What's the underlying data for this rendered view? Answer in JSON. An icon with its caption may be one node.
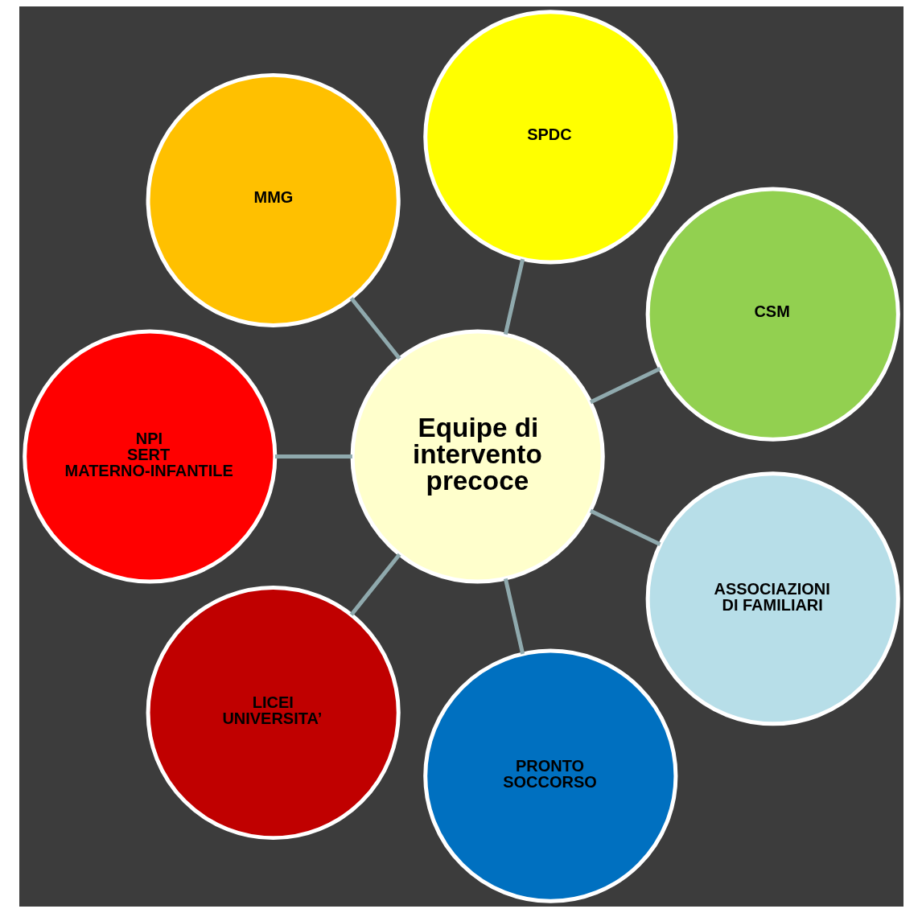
{
  "diagram": {
    "nodes": [
      {
        "text": [
          "Equipe di intervento precoce"
        ]
      },
      {
        "text": [
          "CSM"
        ]
      },
      {
        "text": [
          "SPDC"
        ]
      },
      {
        "text": [
          "MMG"
        ]
      },
      {
        "text": [
          "NPI",
          "SERT",
          "MATERNO-INFANTILE"
        ]
      },
      {
        "text": [
          "LICEI UNIVERSITA’"
        ]
      },
      {
        "text": [
          "PRONTO SOCCORSO"
        ]
      },
      {
        "text": [
          "ASSOCIAZIONI DI FAMILIARI"
        ]
      }
    ],
    "edges": [
      {
        "from": 0,
        "to": 1,
        "arrow": "none"
      },
      {
        "from": 0,
        "to": 2,
        "arrow": "none"
      },
      {
        "from": 0,
        "to": 3,
        "arrow": "none"
      },
      {
        "from": 0,
        "to": 4,
        "arrow": "none"
      },
      {
        "from": 0,
        "to": 5,
        "arrow": "none"
      },
      {
        "from": 0,
        "to": 6,
        "arrow": "none"
      },
      {
        "from": 0,
        "to": 7,
        "arrow": "none"
      }
    ]
  }
}
